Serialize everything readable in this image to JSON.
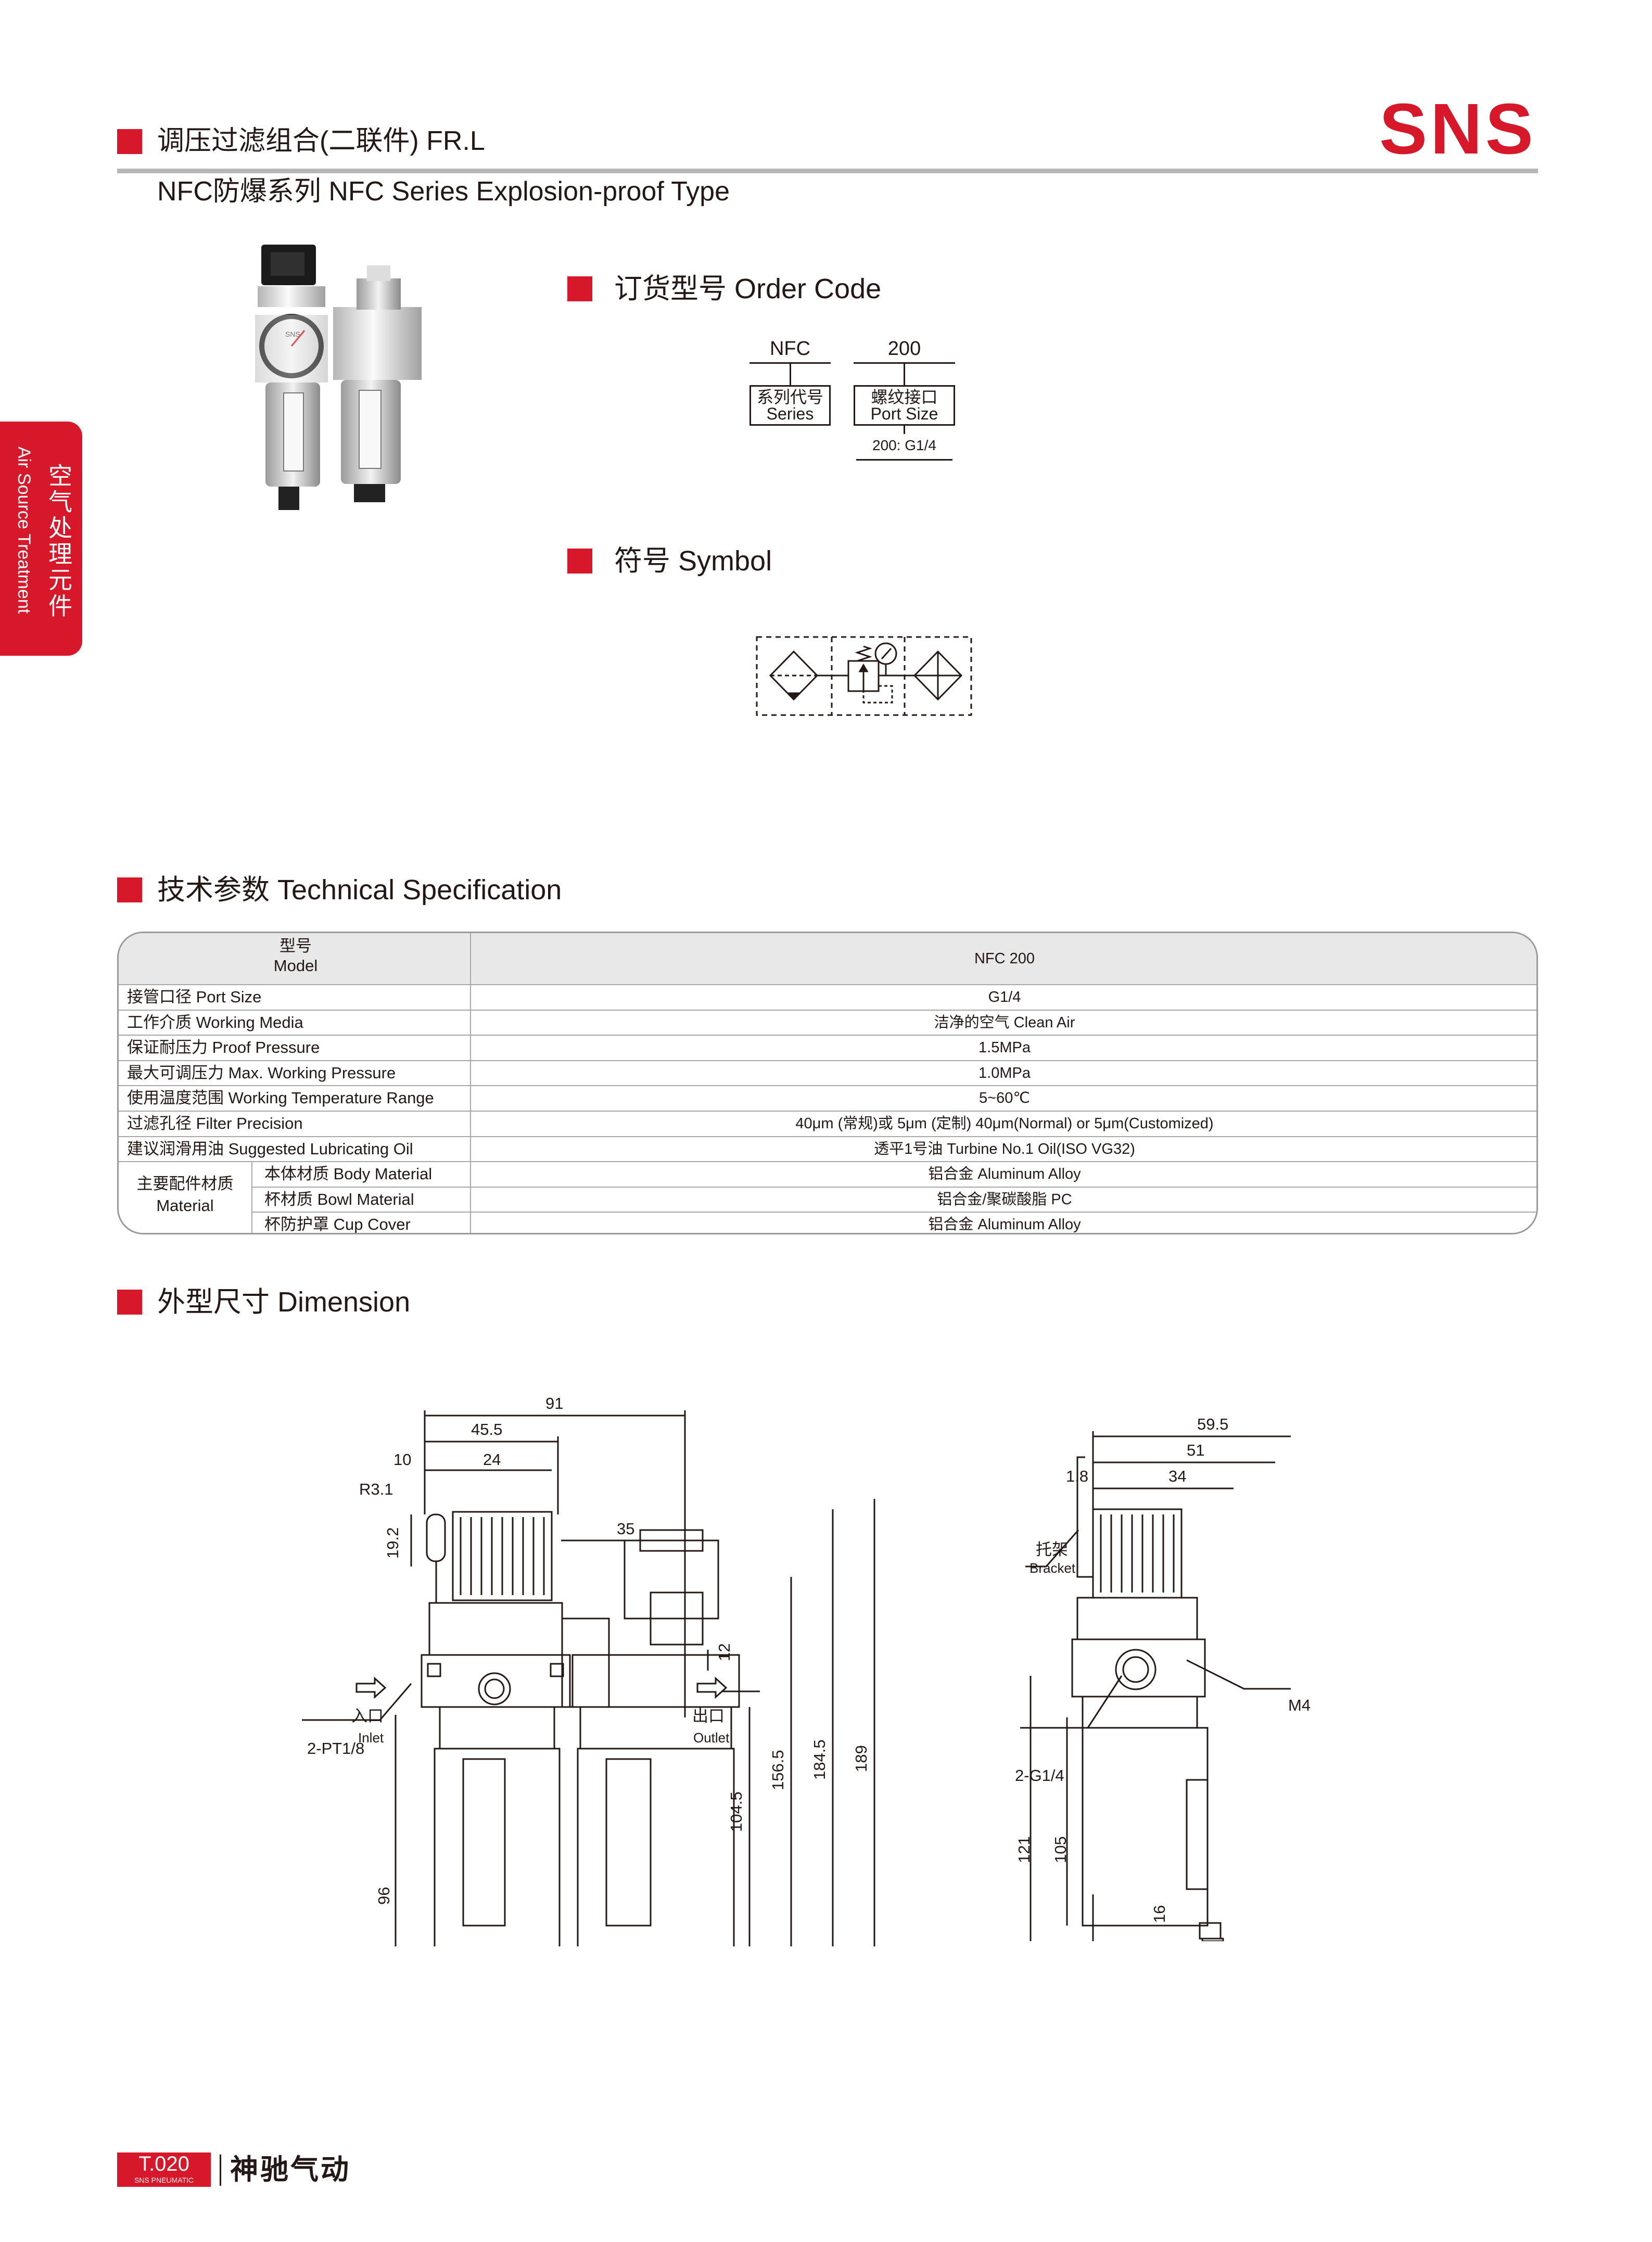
{
  "header": {
    "title_line1": "调压过滤组合(二联件) FR.L",
    "title_line2": "NFC防爆系列 NFC Series Explosion-proof Type",
    "brand": "SNS"
  },
  "side_tab": {
    "cn": "空气处理元件",
    "en": "Air Source Treatment"
  },
  "order_code": {
    "heading": "订货型号 Order Code",
    "series_value": "NFC",
    "series_label_cn": "系列代号",
    "series_label_en": "Series",
    "port_value": "200",
    "port_label_cn": "螺纹接口",
    "port_label_en": "Port Size",
    "port_option": "200: G1/4"
  },
  "symbol": {
    "heading": "符号 Symbol"
  },
  "spec": {
    "heading": "技术参数 Technical Specification",
    "model_cn": "型号",
    "model_en": "Model",
    "model_value": "NFC 200",
    "rows": [
      {
        "label": "接管口径 Port  Size",
        "value": "G1/4"
      },
      {
        "label": "工作介质 Working Media",
        "value": "洁净的空气 Clean Air"
      },
      {
        "label": "保证耐压力 Proof Pressure",
        "value": "1.5MPa"
      },
      {
        "label": "最大可调压力 Max. Working Pressure",
        "value": "1.0MPa"
      },
      {
        "label": "使用温度范围 Working Temperature Range",
        "value": "5~60℃"
      },
      {
        "label": "过滤孔径 Filter Precision",
        "value": "40μm (常规)或 5μm (定制)  40μm(Normal) or 5μm(Customized)"
      },
      {
        "label": "建议润滑用油 Suggested Lubricating Oil",
        "value": "透平1号油 Turbine No.1 Oil(ISO VG32)"
      }
    ],
    "material_group_cn": "主要配件材质",
    "material_group_en": "Material",
    "material_rows": [
      {
        "label": "本体材质 Body Material",
        "value": "铝合金 Aluminum  Alloy"
      },
      {
        "label": "杯材质 Bowl Material",
        "value": "铝合金/聚碳酸脂 PC"
      },
      {
        "label": "杯防护罩 Cup Cover",
        "value": "铝合金 Aluminum  Alloy"
      }
    ]
  },
  "dimension": {
    "heading": "外型尺寸 Dimension",
    "front": {
      "d91": "91",
      "d45_5": "45.5",
      "d10": "10",
      "d24": "24",
      "r3_1": "R3.1",
      "d19_2": "19.2",
      "d35": "35",
      "d12": "12",
      "inlet_cn": "入口",
      "inlet_en": "Inlet",
      "outlet_cn": "出口",
      "outlet_en": "Outlet",
      "pt": "2-PT1/8",
      "d96": "96",
      "d104_5": "104.5",
      "d156_5": "156.5",
      "d184_5": "184.5",
      "d189": "189"
    },
    "side": {
      "d59_5": "59.5",
      "d51": "51",
      "d1_8": "1.8",
      "d34": "34",
      "bracket_cn": "托架",
      "bracket_en": "Bracket",
      "m4": "M4",
      "g14": "2-G1/4",
      "d121": "121",
      "d105": "105",
      "d16": "16"
    }
  },
  "footer": {
    "page": "T.020",
    "sub": "SNS PNEUMATIC",
    "company": "神驰气动"
  },
  "colors": {
    "accent": "#d7182a",
    "rule": "#b7b7b7",
    "text": "#231815"
  }
}
